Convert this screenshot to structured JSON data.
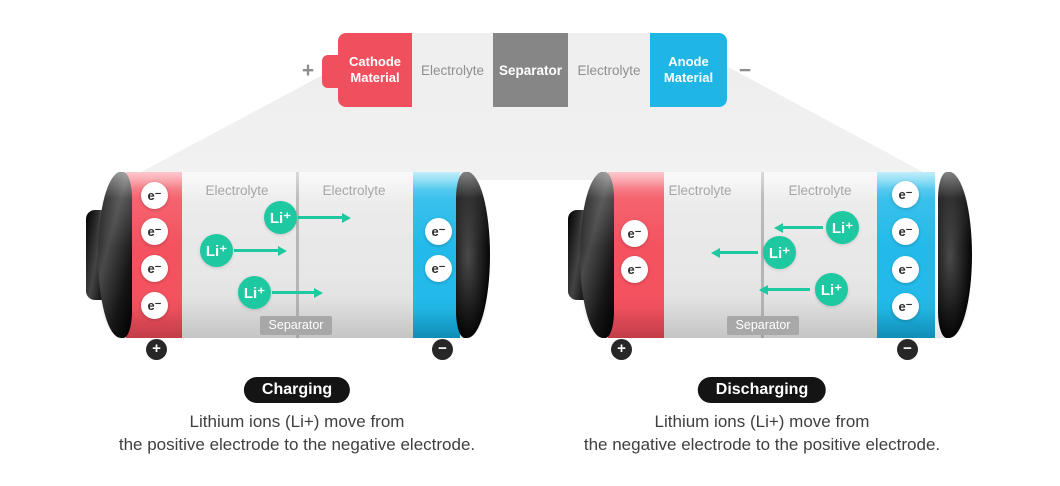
{
  "top_bar": {
    "plus": "+",
    "minus": "−",
    "segments": [
      {
        "label": "Cathode Material"
      },
      {
        "label": "Electrolyte"
      },
      {
        "label": "Separator"
      },
      {
        "label": "Electrolyte"
      },
      {
        "label": "Anode Material"
      }
    ]
  },
  "battery_labels": {
    "electrolyte": "Electrolyte",
    "separator": "Separator",
    "electron": "e⁻",
    "ion": "Li⁺",
    "plus_terminal": "+",
    "minus_terminal": "−"
  },
  "charging": {
    "badge": "Charging",
    "caption_line1": "Lithium ions (Li+) move from",
    "caption_line2": "the positive electrode to the negative electrode."
  },
  "discharging": {
    "badge": "Discharging",
    "caption_line1": "Lithium ions (Li+) move from",
    "caption_line2": "the negative electrode to the positive electrode."
  },
  "colors": {
    "cathode_red": "#f04f5e",
    "anode_blue": "#1fb6e6",
    "ion_teal": "#1ec8a0",
    "separator_dark_gray": "#868686",
    "electrolyte_light_gray": "#efefef"
  }
}
